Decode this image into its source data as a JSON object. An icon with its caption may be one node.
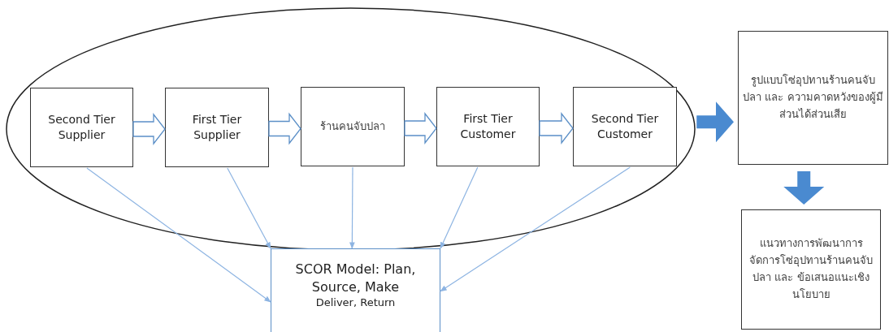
{
  "diagram": {
    "nodes": [
      {
        "text": [],
        "shape": "ellipse"
      },
      {
        "text": [
          "Second Tier Supplier"
        ],
        "in": 0
      },
      {
        "text": [
          "First Tier Supplier"
        ],
        "in": 0
      },
      {
        "text": [
          "ร้านคนจับปลา"
        ],
        "in": 0
      },
      {
        "text": [
          "First Tier Customer"
        ],
        "in": 0
      },
      {
        "text": [
          "Second Tier Customer"
        ],
        "in": 0
      },
      {
        "text": [
          "SCOR Model: Plan, Source, Make",
          "Deliver, Return"
        ]
      },
      {
        "text": [
          "รูปแบบโซ่อุปทานร้านคนจับปลา และ ความคาดหวังของผู้มีส่วนได้ส่วนเสีย"
        ]
      },
      {
        "text": [
          "แนวทางการพัฒนาการจัดการโซ่อุปทานร้านคนจับปลา และ ข้อเสนอแนะเชิงนโยบาย"
        ]
      }
    ],
    "edges": [
      {
        "from": 1,
        "to": 2,
        "arrow": "to"
      },
      {
        "from": 2,
        "to": 3,
        "arrow": "to"
      },
      {
        "from": 3,
        "to": 4,
        "arrow": "to"
      },
      {
        "from": 4,
        "to": 5,
        "arrow": "to"
      },
      {
        "from": 1,
        "to": 6,
        "arrow": "to",
        "color": "#8db4e2"
      },
      {
        "from": 2,
        "to": 6,
        "arrow": "to",
        "color": "#8db4e2"
      },
      {
        "from": 3,
        "to": 6,
        "arrow": "to",
        "color": "#8db4e2"
      },
      {
        "from": 4,
        "to": 6,
        "arrow": "to",
        "color": "#8db4e2"
      },
      {
        "from": 5,
        "to": 6,
        "arrow": "to",
        "color": "#8db4e2"
      },
      {
        "from": 0,
        "to": 7,
        "arrow": "to",
        "style": "thick"
      },
      {
        "from": 7,
        "to": 8,
        "arrow": "to",
        "style": "thick"
      }
    ]
  }
}
